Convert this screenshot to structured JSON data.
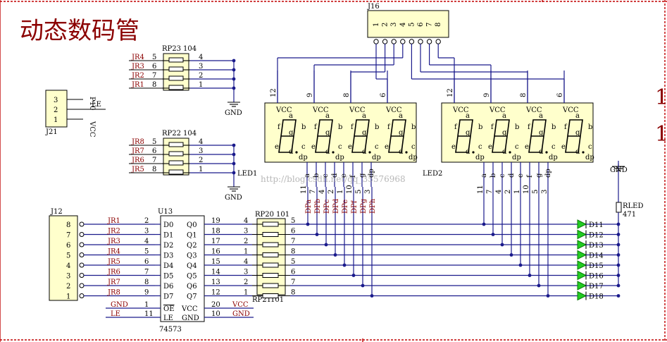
{
  "title": "动态数码管",
  "side_digit_top": "1",
  "side_digit_bottom": "1",
  "watermark": "http://blog.csdn.net/qq_35576968",
  "colors": {
    "wire": "#1a1a8c",
    "outline": "#000000",
    "frame": "#c00000",
    "body": "#ffffcc",
    "led": "#22cc22",
    "label": "#8b0000"
  },
  "j16": {
    "ref": "J16",
    "pins": [
      "1",
      "2",
      "3",
      "4",
      "5",
      "6",
      "7",
      "8"
    ]
  },
  "j21": {
    "ref": "J21",
    "pins": [
      "3",
      "2",
      "1"
    ],
    "labels": [
      "P10",
      "LE",
      "VCC"
    ]
  },
  "j12": {
    "ref": "J12",
    "pins": [
      "8",
      "7",
      "6",
      "5",
      "4",
      "3",
      "2",
      "1"
    ],
    "nets": [
      "JR1",
      "JR2",
      "JR3",
      "JR4",
      "JR5",
      "JR6",
      "JR7",
      "JR8"
    ]
  },
  "rp23": {
    "ref": "RP23",
    "value": "104",
    "nets": [
      "JR4",
      "JR3",
      "JR2",
      "JR1"
    ],
    "left_pins": [
      "5",
      "6",
      "7",
      "8"
    ],
    "right_pins": [
      "4",
      "3",
      "2",
      "1"
    ]
  },
  "rp22": {
    "ref": "RP22",
    "value": "104",
    "nets": [
      "JR8",
      "JR7",
      "JR6",
      "JR5"
    ],
    "left_pins": [
      "5",
      "6",
      "7",
      "8"
    ],
    "right_pins": [
      "4",
      "3",
      "2",
      "1"
    ]
  },
  "gnd": "GND",
  "u13": {
    "ref": "U13",
    "part": "74573",
    "d_nets": [
      "JR1",
      "JR2",
      "JR3",
      "JR4",
      "JR5",
      "JR6",
      "JR7",
      "JR8"
    ],
    "d_pins": [
      "2",
      "3",
      "4",
      "5",
      "6",
      "7",
      "8",
      "9"
    ],
    "d_names": [
      "D0",
      "D1",
      "D2",
      "D3",
      "D4",
      "D5",
      "D6",
      "D7"
    ],
    "q_names": [
      "Q0",
      "Q1",
      "Q2",
      "Q3",
      "Q4",
      "Q5",
      "Q6",
      "Q7"
    ],
    "q_pins": [
      "19",
      "18",
      "17",
      "16",
      "15",
      "14",
      "13",
      "12"
    ],
    "oe": {
      "net": "GND",
      "pin": "1",
      "name": "OE"
    },
    "le": {
      "net": "LE",
      "pin": "11",
      "name": "LE"
    },
    "vcc": {
      "name": "VCC",
      "pin": "20",
      "net": "VCC"
    },
    "gndp": {
      "name": "GND",
      "pin": "10",
      "net": "GND"
    }
  },
  "rp20": {
    "ref": "RP20",
    "value": "101",
    "left": [
      "4",
      "3",
      "2",
      "1"
    ],
    "right": [
      "5",
      "6",
      "7",
      "8"
    ]
  },
  "rp21": {
    "ref": "RP21",
    "value": "101",
    "left": [
      "4",
      "3",
      "2",
      "1"
    ],
    "right": [
      "5",
      "6",
      "7",
      "8"
    ]
  },
  "dp_nets": [
    "DPa",
    "DPb",
    "DPc",
    "DPd",
    "DPe",
    "DPf",
    "DPg",
    "DPh"
  ],
  "led1": {
    "ref": "LED1",
    "com_pins": [
      "12",
      "9",
      "8",
      "6"
    ],
    "seg_pins": [
      "11",
      "7",
      "4",
      "2",
      "1",
      "10",
      "5",
      "3"
    ],
    "seg_names": [
      "a",
      "b",
      "c",
      "d",
      "e",
      "f",
      "g",
      "dp"
    ]
  },
  "led2": {
    "ref": "LED2",
    "com_pins": [
      "12",
      "9",
      "8",
      "6"
    ],
    "seg_pins": [
      "11",
      "7",
      "4",
      "2",
      "1",
      "10",
      "5",
      "3"
    ],
    "seg_names": [
      "a",
      "b",
      "c",
      "d",
      "e",
      "f",
      "g",
      "dp"
    ]
  },
  "digit": {
    "vcc": "VCC",
    "a": "a",
    "b": "b",
    "c": "c",
    "d": "d",
    "e": "e",
    "f": "f",
    "g": "g",
    "dp": "dp"
  },
  "rled": {
    "ref": "RLED",
    "value": "471",
    "gnd": "GND"
  },
  "leds": [
    "D11",
    "D12",
    "D13",
    "D14",
    "D15",
    "D16",
    "D17",
    "D18"
  ]
}
